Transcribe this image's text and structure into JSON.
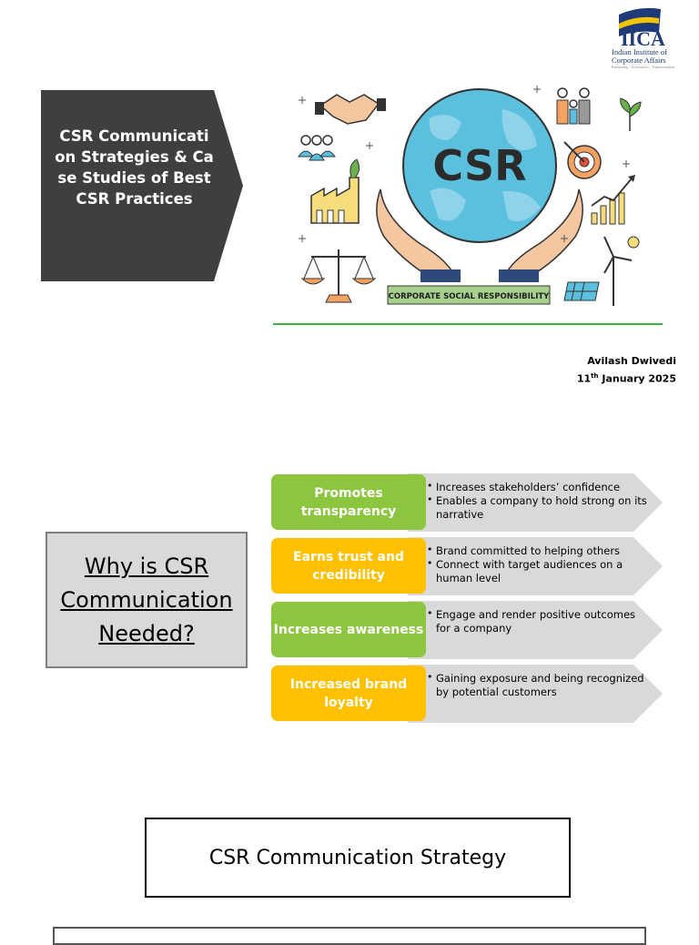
{
  "slide1": {
    "logo": {
      "acronym": "IICA",
      "line1": "Indian Institute of",
      "line2": "Corporate Affairs",
      "tagline": "Partnership · Governance · Transformation"
    },
    "title": "CSR Communication Strategies & Case Studies of Best CSR Practices",
    "illustration": {
      "globe_text": "CSR",
      "banner_text": "CORPORATE SOCIAL RESPONSIBILITY",
      "icons": [
        "handshake-icon",
        "people-group-icon",
        "factory-icon",
        "scales-icon",
        "family-icon",
        "sprout-icon",
        "target-icon",
        "growth-chart-icon",
        "renewable-energy-icon"
      ]
    },
    "author": "Avilash Dwivedi",
    "date_day": "11",
    "date_suffix": "th",
    "date_rest": " January 2025"
  },
  "slide2": {
    "question": "Why is CSR Communication Needed?",
    "rows": [
      {
        "label": "Promotes transparency",
        "color": "#8cc63f",
        "bullets": [
          "Increases stakeholders’ confidence",
          "Enables a company to hold strong on its narrative"
        ]
      },
      {
        "label": "Earns trust and credibility",
        "color": "#ffc000",
        "bullets": [
          "Brand committed to helping others",
          "Connect with target audiences on a human level"
        ]
      },
      {
        "label": "Increases awareness",
        "color": "#8cc63f",
        "bullets": [
          "Engage and render positive outcomes for a company"
        ]
      },
      {
        "label": "Increased brand loyalty",
        "color": "#ffc000",
        "bullets": [
          "Gaining exposure and being recognized by potential customers"
        ]
      }
    ]
  },
  "slide3": {
    "heading": "CSR Communication Strategy"
  },
  "colors": {
    "chevron": "#3f3f3f",
    "green": "#8cc63f",
    "amber": "#ffc000",
    "arrow_grey": "#d9d9d9",
    "rule_green": "#3ab54a",
    "logo_blue": "#1f3a7a",
    "logo_yellow": "#f2c500"
  }
}
